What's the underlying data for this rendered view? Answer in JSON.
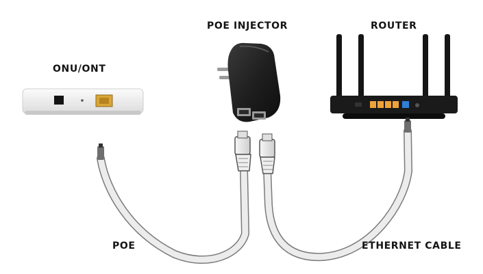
{
  "labels": {
    "onu": "ONU/ONT",
    "poe_injector": "POE INJECTOR",
    "router": "ROUTER",
    "poe": "POE",
    "ethernet_cable": "ETHERNET CABLE"
  },
  "colors": {
    "text": "#141414",
    "onu_body": "#f2f2f2",
    "device_black": "#1c1c1c",
    "cable": "#e9e9e9",
    "lan_port": "#f0a23a",
    "wan_port": "#2f7fd6"
  },
  "icons": {
    "onu": "onu-device-icon",
    "injector": "poe-injector-icon",
    "router": "router-icon",
    "connector": "rj45-connector-icon"
  }
}
